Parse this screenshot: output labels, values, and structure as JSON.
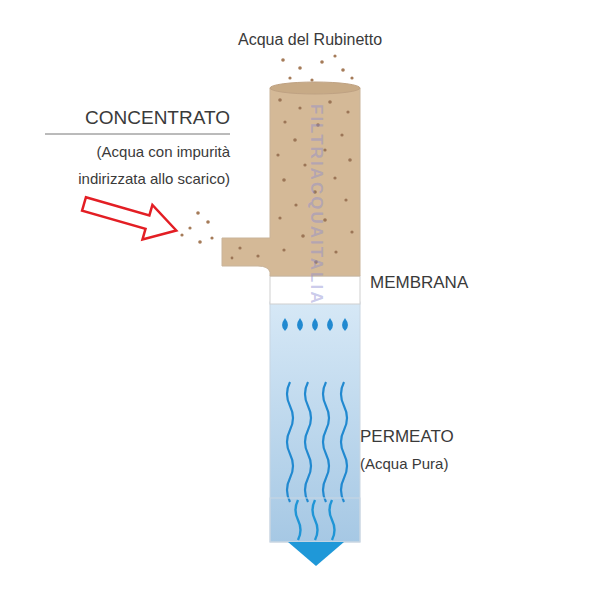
{
  "diagram": {
    "labels": [
      "Acqua del Rubinetto",
      "CONCENTRATO",
      "(Acqua con impurità indirizzata allo scarico)",
      "MEMBRANA",
      "PERMEATO",
      "(Acqua Pura)",
      "FILTRIACQUAITALIA"
    ]
  }
}
